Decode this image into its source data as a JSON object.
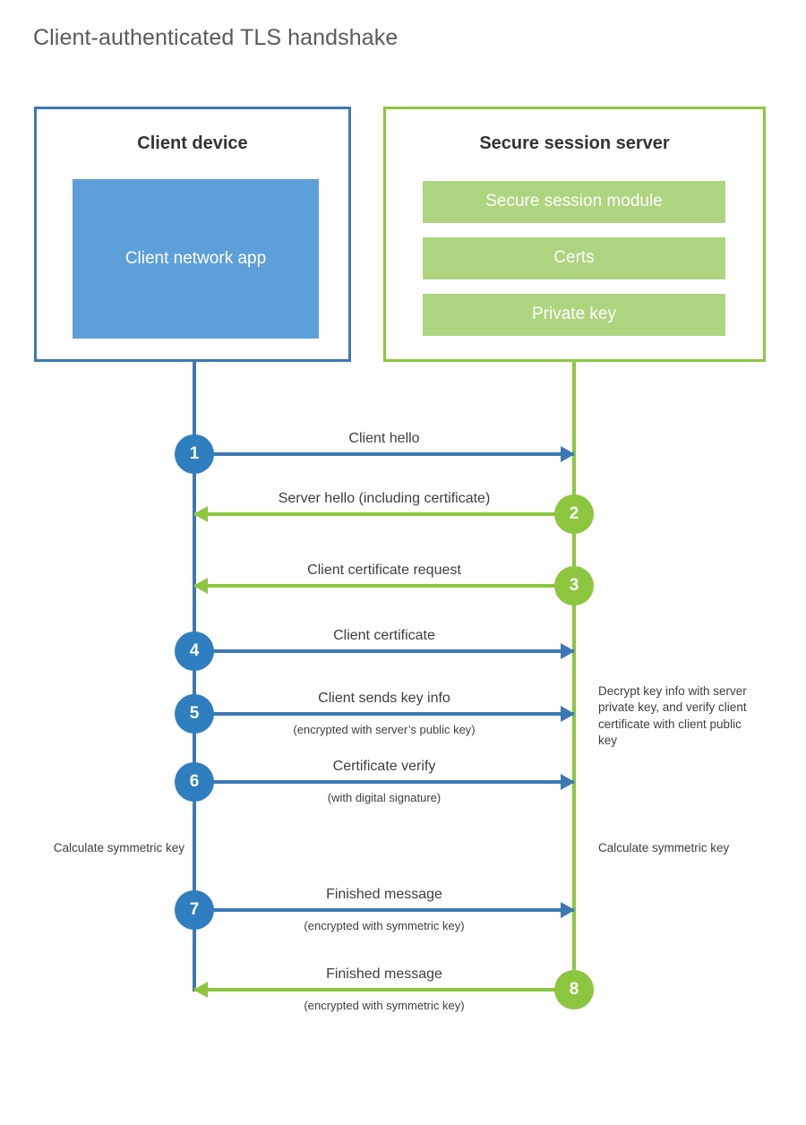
{
  "title": "Client-authenticated TLS handshake",
  "colors": {
    "client_blue": "#3c78b4",
    "client_app_fill": "#5d9fd8",
    "client_circle": "#2e7ec0",
    "server_green": "#8cc63f",
    "server_bar_fill": "#aed47f",
    "text": "#3e3e3e",
    "title_text": "#5a5a5a"
  },
  "actors": {
    "client": {
      "title": "Client device",
      "blocks": [
        {
          "label": "Client network app"
        }
      ]
    },
    "server": {
      "title": "Secure session server",
      "blocks": [
        {
          "label": "Secure session module"
        },
        {
          "label": "Certs"
        },
        {
          "label": "Private key"
        }
      ]
    }
  },
  "steps": [
    {
      "number": "1",
      "label": "Client hello",
      "sub": "",
      "direction": "client-to-server",
      "color": "blue"
    },
    {
      "number": "2",
      "label": "Server hello (including certificate)",
      "sub": "",
      "direction": "server-to-client",
      "color": "green"
    },
    {
      "number": "3",
      "label": "Client certificate request",
      "sub": "",
      "direction": "server-to-client",
      "color": "green"
    },
    {
      "number": "4",
      "label": "Client certificate",
      "sub": "",
      "direction": "client-to-server",
      "color": "blue"
    },
    {
      "number": "5",
      "label": "Client sends key info",
      "sub": "(encrypted with server’s public key)",
      "direction": "client-to-server",
      "color": "blue"
    },
    {
      "number": "6",
      "label": "Certificate verify",
      "sub": "(with digital signature)",
      "direction": "client-to-server",
      "color": "blue"
    },
    {
      "number": "7",
      "label": "Finished message",
      "sub": "(encrypted with symmetric key)",
      "direction": "client-to-server",
      "color": "blue"
    },
    {
      "number": "8",
      "label": "Finished message",
      "sub": "(encrypted with symmetric key)",
      "direction": "server-to-client",
      "color": "green"
    }
  ],
  "annotations": {
    "server_decrypt": "Decrypt key info with server private key, and verify client certificate with client public key",
    "client_calculate": "Calculate symmetric key",
    "server_calculate": "Calculate symmetric key"
  }
}
